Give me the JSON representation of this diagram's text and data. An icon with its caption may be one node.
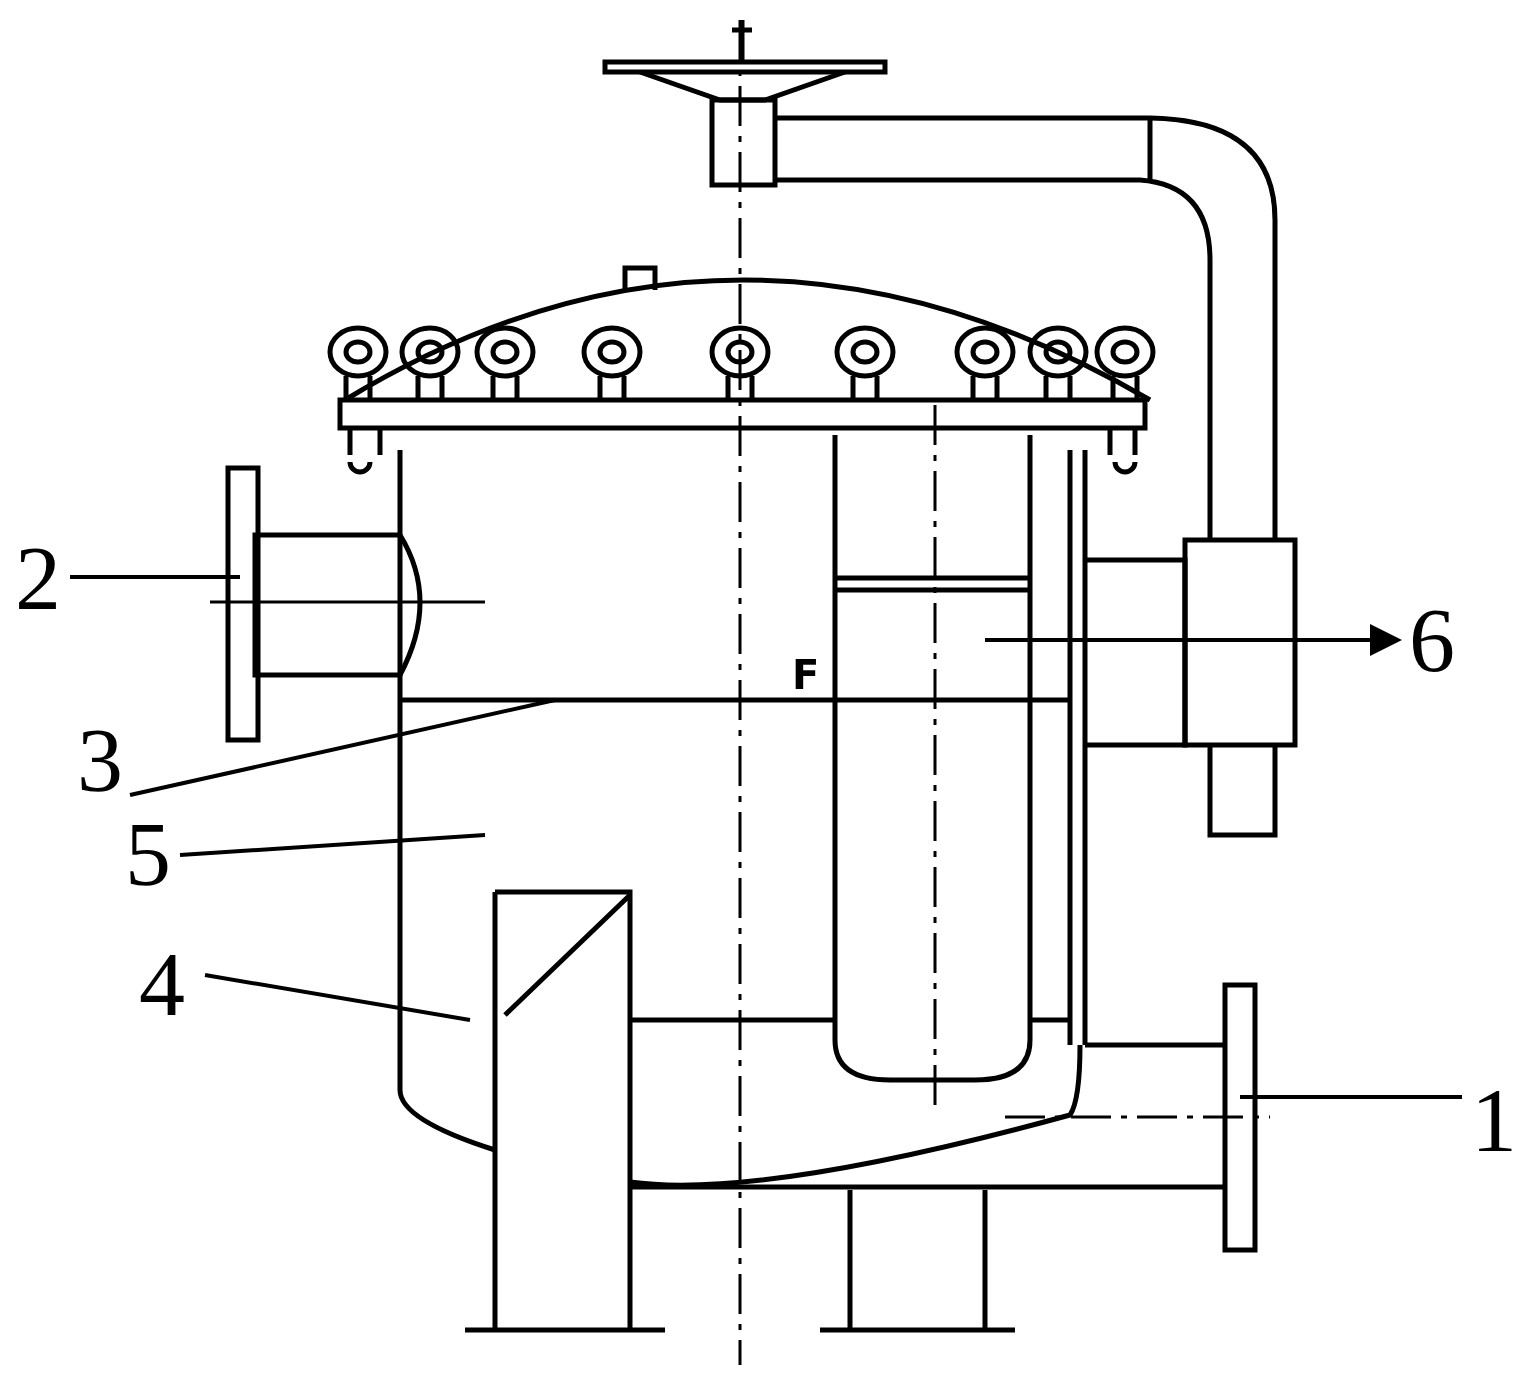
{
  "diagram": {
    "nodes": [
      {
        "text": [
          "2"
        ]
      },
      {
        "text": [
          "6"
        ]
      },
      {
        "text": [
          "3"
        ]
      },
      {
        "text": [
          "5"
        ]
      },
      {
        "text": [
          "4"
        ]
      },
      {
        "text": [
          "1"
        ]
      }
    ],
    "edges": [
      {
        "from": 0,
        "to": null,
        "arrow": "none"
      },
      {
        "from": null,
        "to": 1,
        "arrow": "to"
      },
      {
        "from": 2,
        "to": null,
        "arrow": "none"
      },
      {
        "from": 3,
        "to": null,
        "arrow": "none"
      },
      {
        "from": 4,
        "to": null,
        "arrow": "none"
      },
      {
        "from": 5,
        "to": null,
        "arrow": "none"
      }
    ],
    "labels": [
      "F"
    ]
  }
}
